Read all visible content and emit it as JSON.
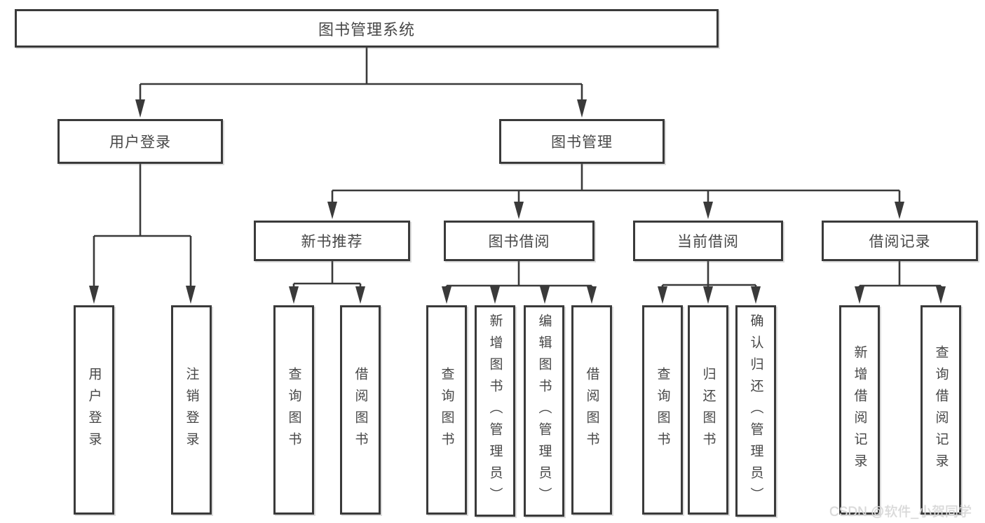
{
  "root": {
    "label": "图书管理系统"
  },
  "branches": [
    {
      "label": "用户登录",
      "children": [
        {
          "label": "用户登录"
        },
        {
          "label": "注销登录"
        }
      ]
    },
    {
      "label": "图书管理",
      "children": [
        {
          "label": "新书推荐",
          "children": [
            {
              "label": "查询图书"
            },
            {
              "label": "借阅图书"
            }
          ]
        },
        {
          "label": "图书借阅",
          "children": [
            {
              "label": "查询图书"
            },
            {
              "label": "新增图书（管理员）"
            },
            {
              "label": "编辑图书（管理员）"
            },
            {
              "label": "借阅图书"
            }
          ]
        },
        {
          "label": "当前借阅",
          "children": [
            {
              "label": "查询图书"
            },
            {
              "label": "归还图书"
            },
            {
              "label": "确认归还（管理员）"
            }
          ]
        },
        {
          "label": "借阅记录",
          "children": [
            {
              "label": "新增借阅记录"
            },
            {
              "label": "查询借阅记录"
            }
          ]
        }
      ]
    }
  ],
  "watermark": "CSDN @软件_小贺同学",
  "colors": {
    "line": "#3a3a3a",
    "text": "#474747",
    "box_background": "#ffffff",
    "watermark": "#d8d8d8"
  }
}
